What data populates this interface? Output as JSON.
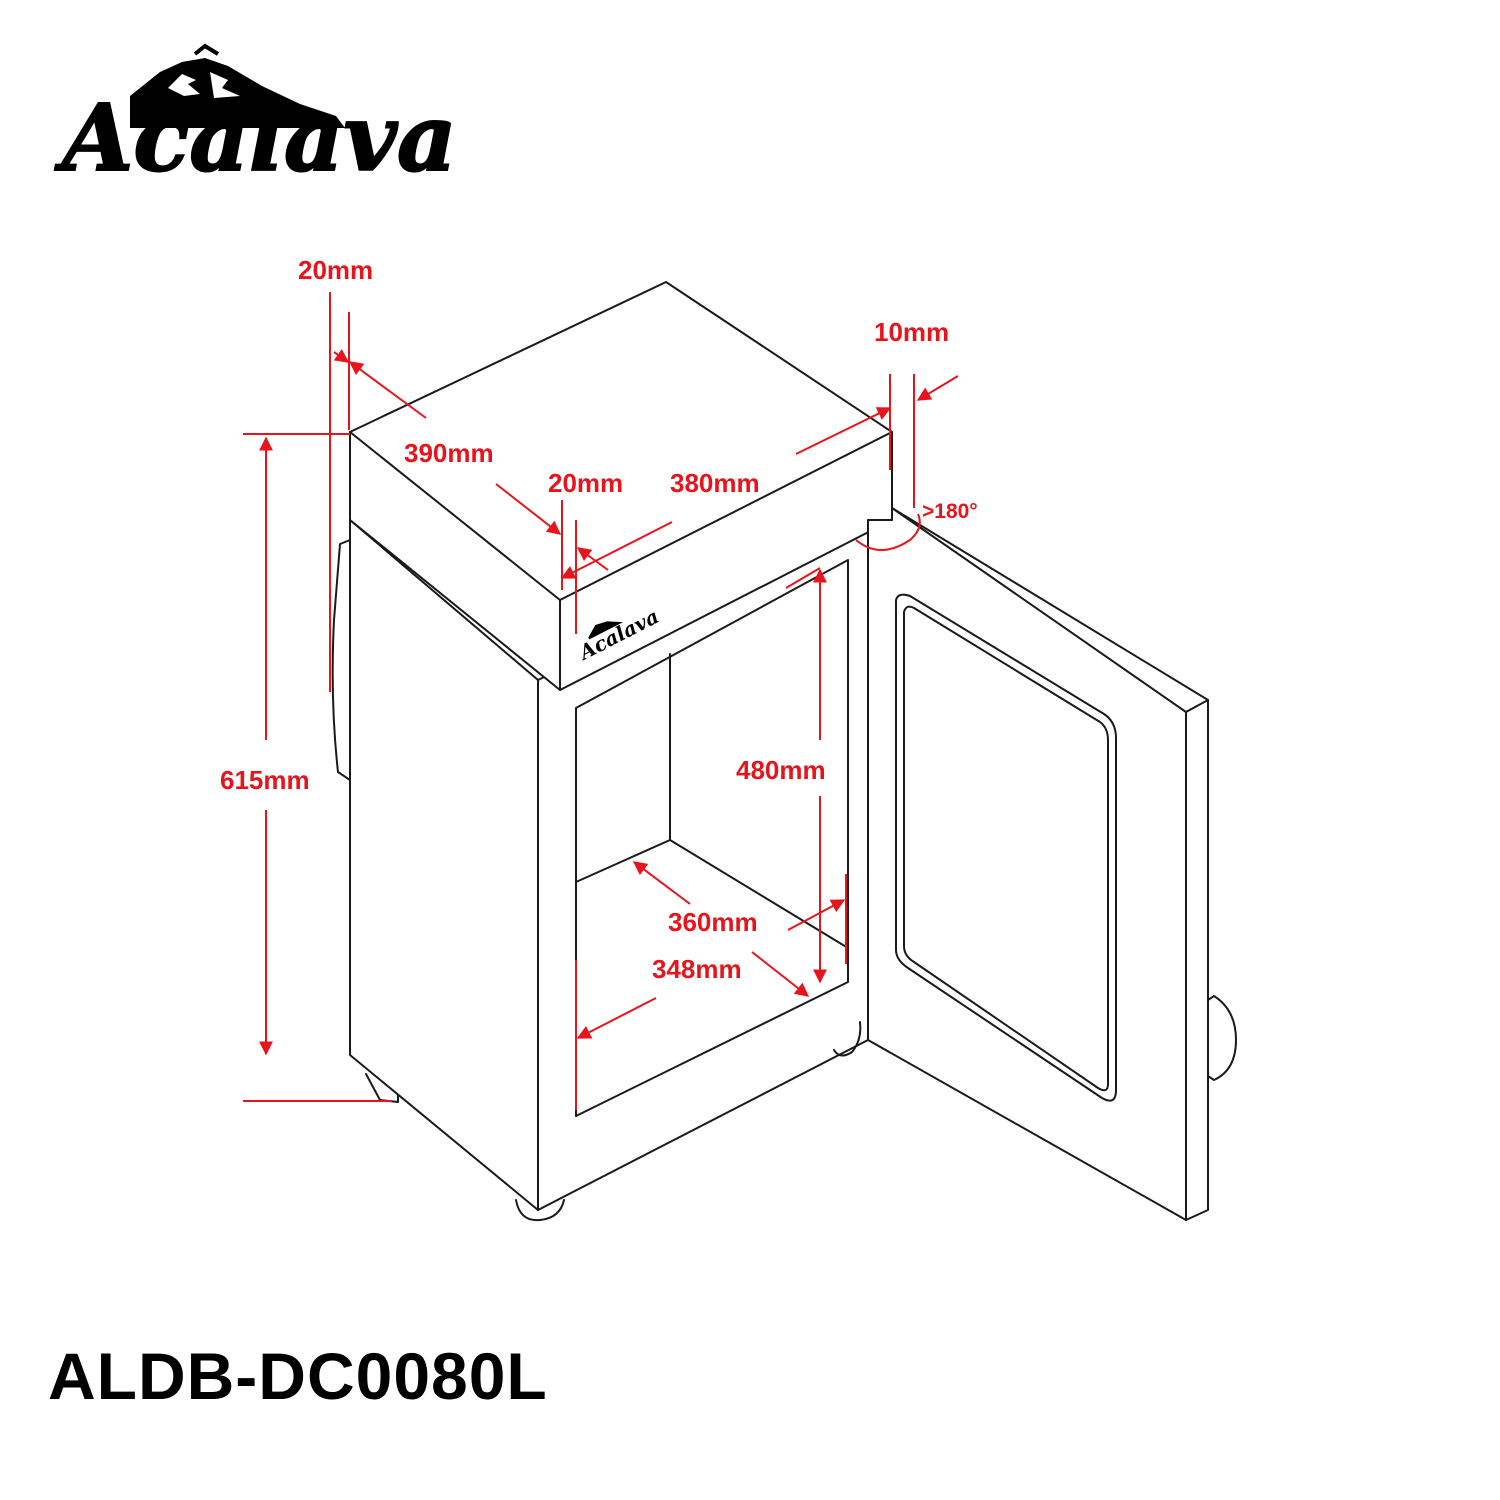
{
  "brand": {
    "logo_text": "Acalava",
    "icon": "mountain-logo-icon"
  },
  "model": "ALDB-DC0080L",
  "colors": {
    "dimension": "#e8141c",
    "outline": "#1a1a1a",
    "background": "#ffffff"
  },
  "dimensions": {
    "top_clearance": "20mm",
    "side_clearance": "10mm",
    "depth": "390mm",
    "door_clearance": "20mm",
    "width": "380mm",
    "door_angle": ">180°",
    "height": "615mm",
    "interior_height": "480mm",
    "interior_depth": "360mm",
    "interior_width": "348mm"
  }
}
